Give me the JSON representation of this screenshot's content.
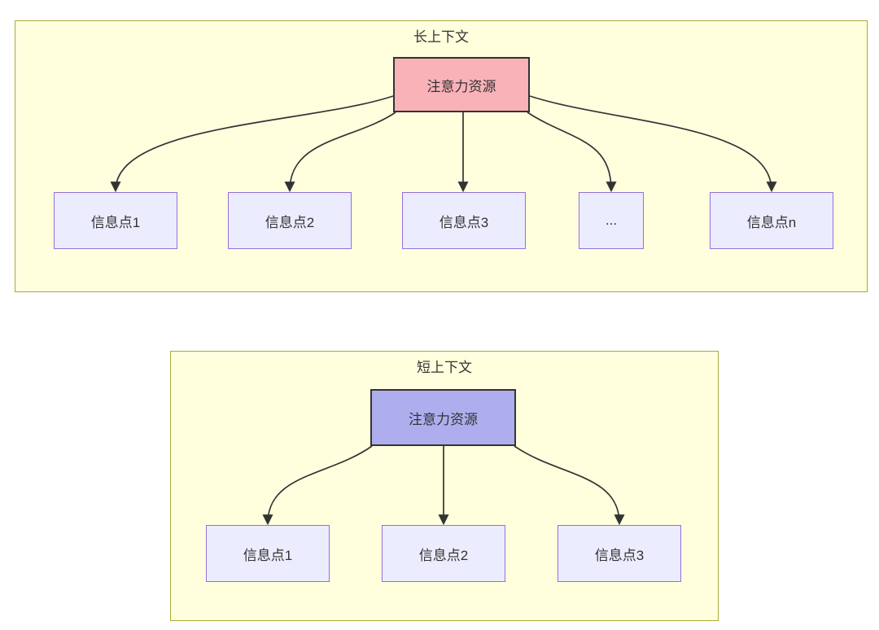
{
  "long_context": {
    "title": "长上下文",
    "root_label": "注意力资源",
    "children": [
      "信息点1",
      "信息点2",
      "信息点3",
      "...",
      "信息点n"
    ]
  },
  "short_context": {
    "title": "短上下文",
    "root_label": "注意力资源",
    "children": [
      "信息点1",
      "信息点2",
      "信息点3"
    ]
  },
  "colors": {
    "cluster_fill": "#ffffde",
    "cluster_border": "#aaaa33",
    "child_node_fill": "#ececff",
    "child_node_border": "#9370db",
    "long_root_fill": "#f9b2b8",
    "short_root_fill": "#aeaeef",
    "root_border": "#333333",
    "arrow": "#333333",
    "text": "#333333",
    "page_background": "#ffffff"
  }
}
